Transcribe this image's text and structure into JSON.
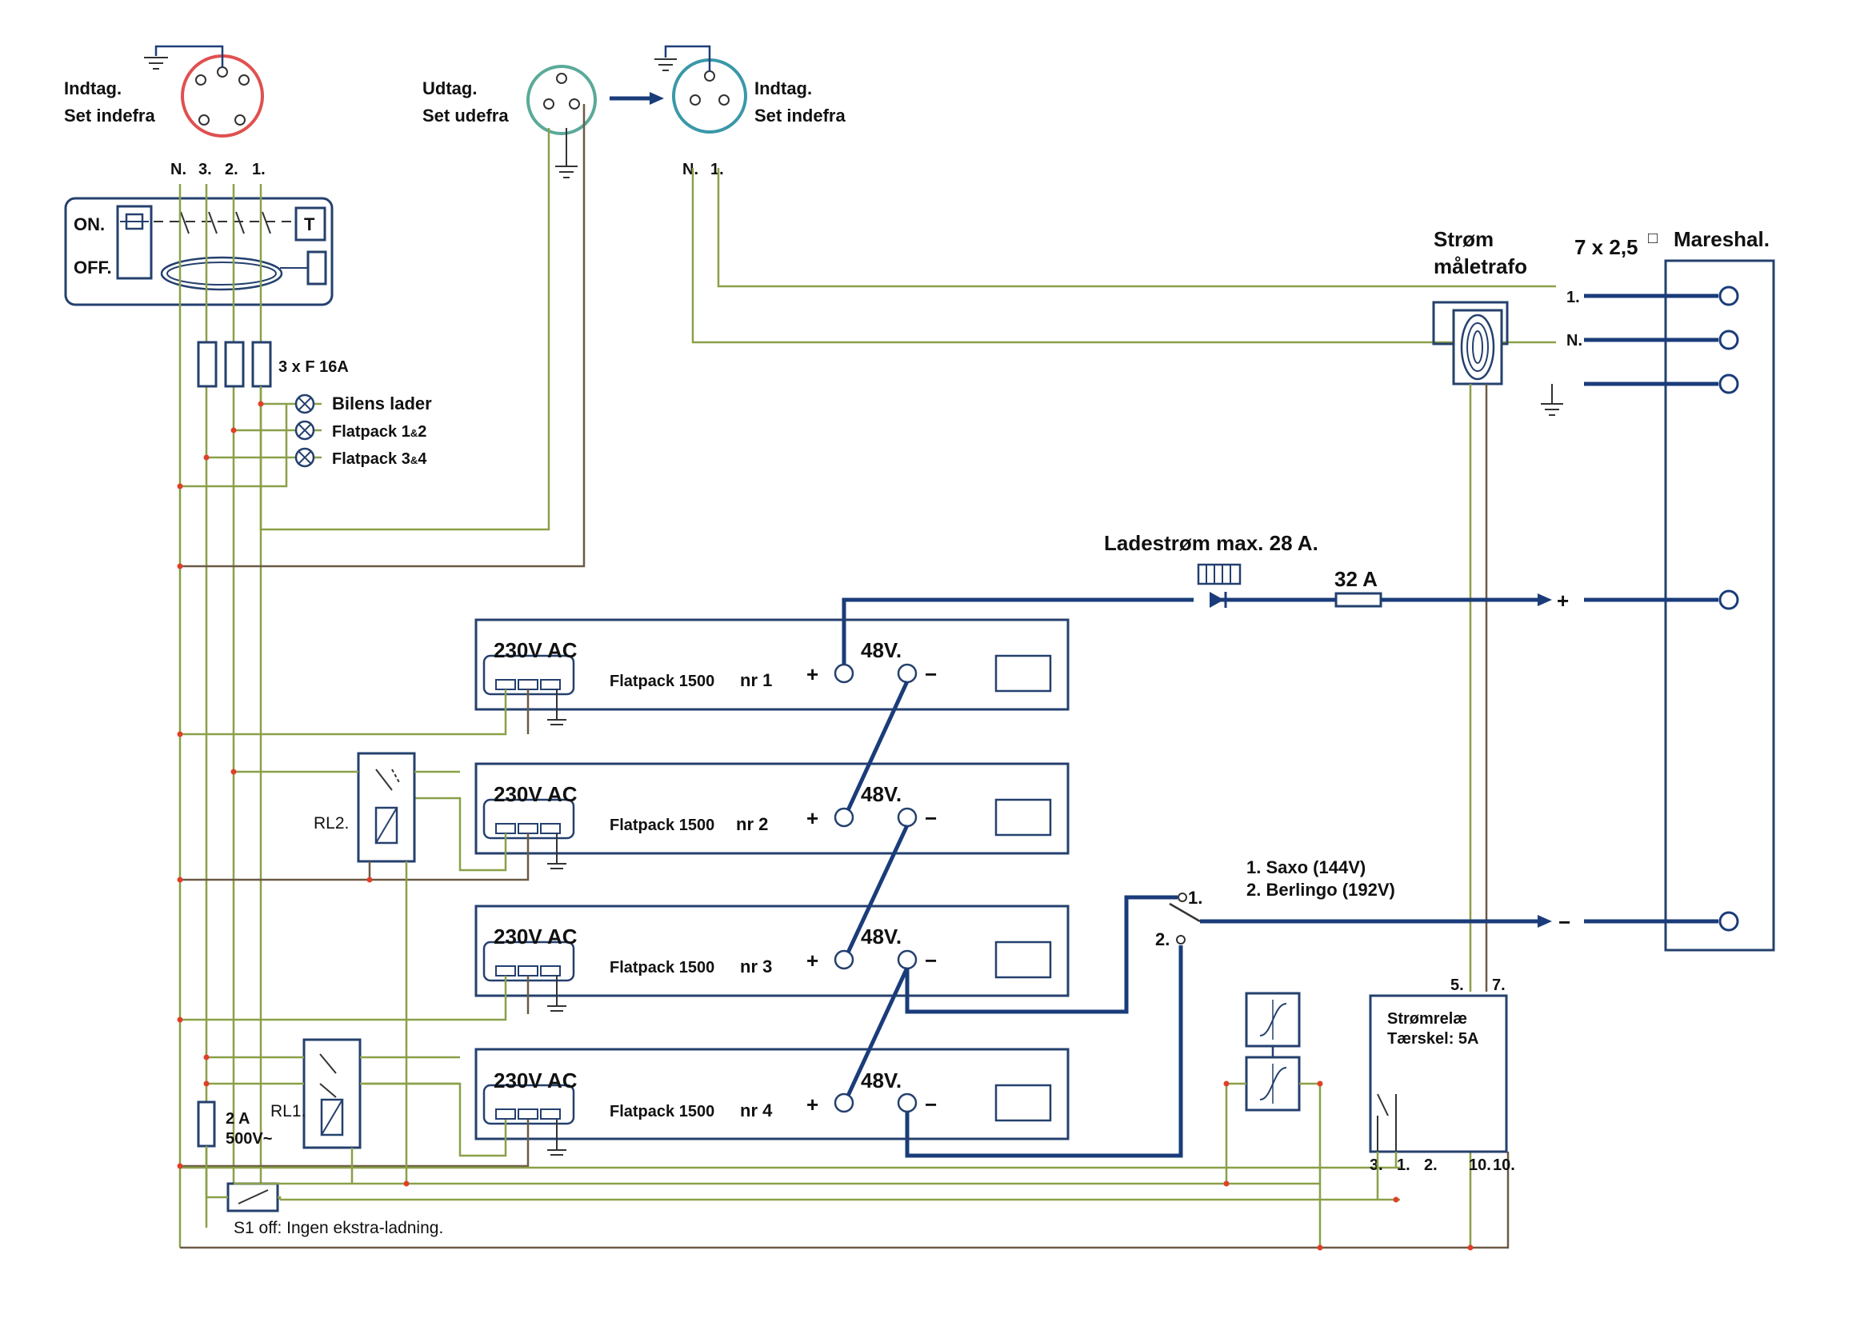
{
  "inlet_left": {
    "title": "Indtag.",
    "subtitle": "Set indefra",
    "pins": [
      "N.",
      "3.",
      "2.",
      "1."
    ]
  },
  "outlet_mid": {
    "title": "Udtag.",
    "subtitle": "Set udefra"
  },
  "inlet_right": {
    "title": "Indtag.",
    "subtitle": "Set indefra",
    "pins": [
      "N.",
      "1."
    ]
  },
  "breaker": {
    "on": "ON.",
    "off": "OFF.",
    "test": "T"
  },
  "fuses": {
    "label": "3 x F 16A"
  },
  "indicators": [
    {
      "label": "Bilens lader"
    },
    {
      "label": "Flatpack  1",
      "sup": "&",
      "tail": "2"
    },
    {
      "label": "Flatpack  3",
      "sup": "&",
      "tail": "4"
    }
  ],
  "current_transformer": {
    "line1": "Strøm",
    "line2": "måletrafo"
  },
  "cable": {
    "label": "7 x 2,5",
    "unit_mark": "□"
  },
  "mareshal": {
    "label": "Mareshal.",
    "terminals": [
      "1.",
      "N."
    ]
  },
  "charge": {
    "label": "Ladestrøm max. 28 A.",
    "fuse": "32 A",
    "plus": "+",
    "minus": "−"
  },
  "flatpacks": [
    {
      "ac": "230V AC",
      "name": "Flatpack 1500",
      "nr": "nr 1",
      "dc": "48V.",
      "plus": "+",
      "minus": "−"
    },
    {
      "ac": "230V AC",
      "name": "Flatpack 1500",
      "nr": "nr 2",
      "dc": "48V.",
      "plus": "+",
      "minus": "−"
    },
    {
      "ac": "230V AC",
      "name": "Flatpack 1500",
      "nr": "nr 3",
      "dc": "48V.",
      "plus": "+",
      "minus": "−"
    },
    {
      "ac": "230V AC",
      "name": "Flatpack 1500",
      "nr": "nr 4",
      "dc": "48V.",
      "plus": "+",
      "minus": "−"
    }
  ],
  "relays": {
    "rl2": "RL2.",
    "rl1": "RL1."
  },
  "selector": {
    "pos1": "1.",
    "pos2": "2.",
    "opt1": "1. Saxo (144V)",
    "opt2": "2. Berlingo (192V)"
  },
  "fuse_small": {
    "line1": "2 A",
    "line2": "500V~"
  },
  "switch_s1": {
    "label": "S1 off:  Ingen ekstra-ladning."
  },
  "current_relay": {
    "line1": "Strømrelæ",
    "line2": "Tærskel: 5A",
    "top_terminals": [
      "5.",
      "7."
    ],
    "bottom_terminals": [
      "3.",
      "1.",
      "2.",
      "10.",
      "10."
    ]
  }
}
